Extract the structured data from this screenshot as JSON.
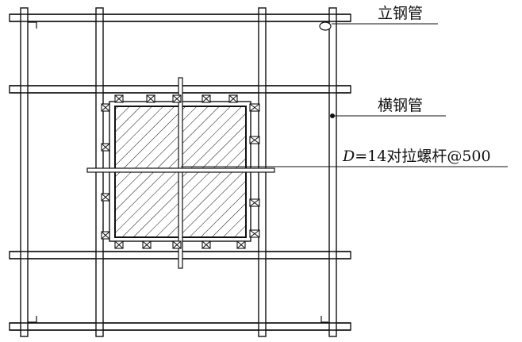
{
  "labels": {
    "vertical_pipe": "立钢管",
    "horizontal_pipe": "横钢管",
    "bolt_symbol": "D",
    "bolt_spec": "=14对拉螺杆@500"
  },
  "colors": {
    "line": "#111111",
    "background": "#ffffff"
  }
}
